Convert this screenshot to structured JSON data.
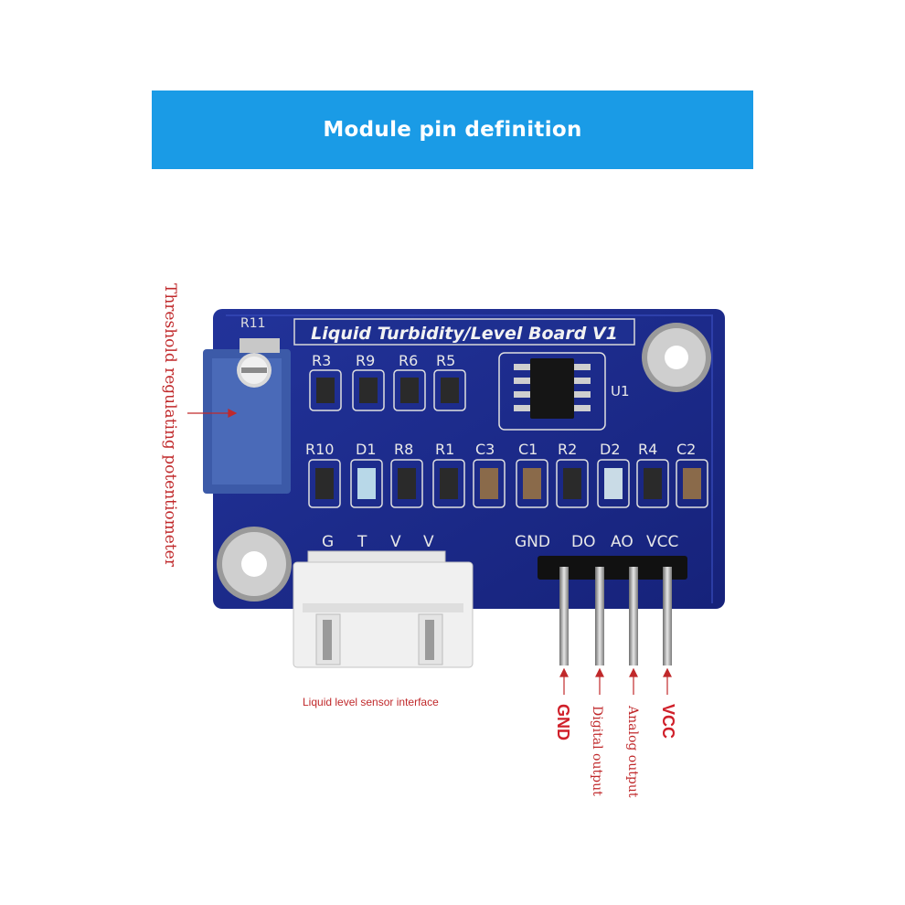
{
  "banner": {
    "title": "Module pin definition",
    "color": "#1a9be6"
  },
  "board": {
    "title": "Liquid Turbidity/Level Board V1",
    "component_labels_row1": [
      "R3",
      "R9",
      "R6",
      "R5"
    ],
    "component_labels_row2": [
      "R10",
      "D1",
      "R8",
      "R1",
      "C3",
      "C1",
      "R2",
      "D2",
      "R4",
      "C2"
    ],
    "ic_label": "U1",
    "pot_label": "R11",
    "connector_labels": [
      "G",
      "T",
      "V",
      "V"
    ],
    "header_labels": [
      "GND",
      "DO",
      "AO",
      "VCC"
    ]
  },
  "annotations": {
    "potentiometer": "Threshold regulating potentiometer",
    "sensor_interface": "Liquid level sensor interface",
    "pins": [
      "GND",
      "Digital output",
      "Analog output",
      "VCC"
    ]
  },
  "colors": {
    "pcb": "#1b2a8a",
    "label_red": "#c0292b"
  }
}
